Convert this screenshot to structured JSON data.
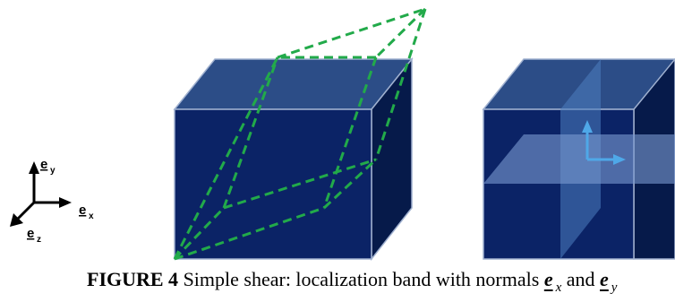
{
  "axes": {
    "y_label": "e",
    "y_sub": "y",
    "x_label": "e",
    "x_sub": "x",
    "z_label": "e",
    "z_sub": "z"
  },
  "colors": {
    "cube_front": "#0b2366",
    "cube_top": "#2c4d87",
    "cube_side": "#061a4a",
    "edge": "#9fb0cf",
    "shear_dash": "#22aa4a",
    "band": "#5a86c2",
    "normal_arrow": "#4fa8e8"
  },
  "caption": {
    "label": "FIGURE 4",
    "text": "Simple shear: localization band with normals",
    "vec_char": "e",
    "sub_x": "x",
    "conj": "and",
    "sub_y": "y"
  }
}
